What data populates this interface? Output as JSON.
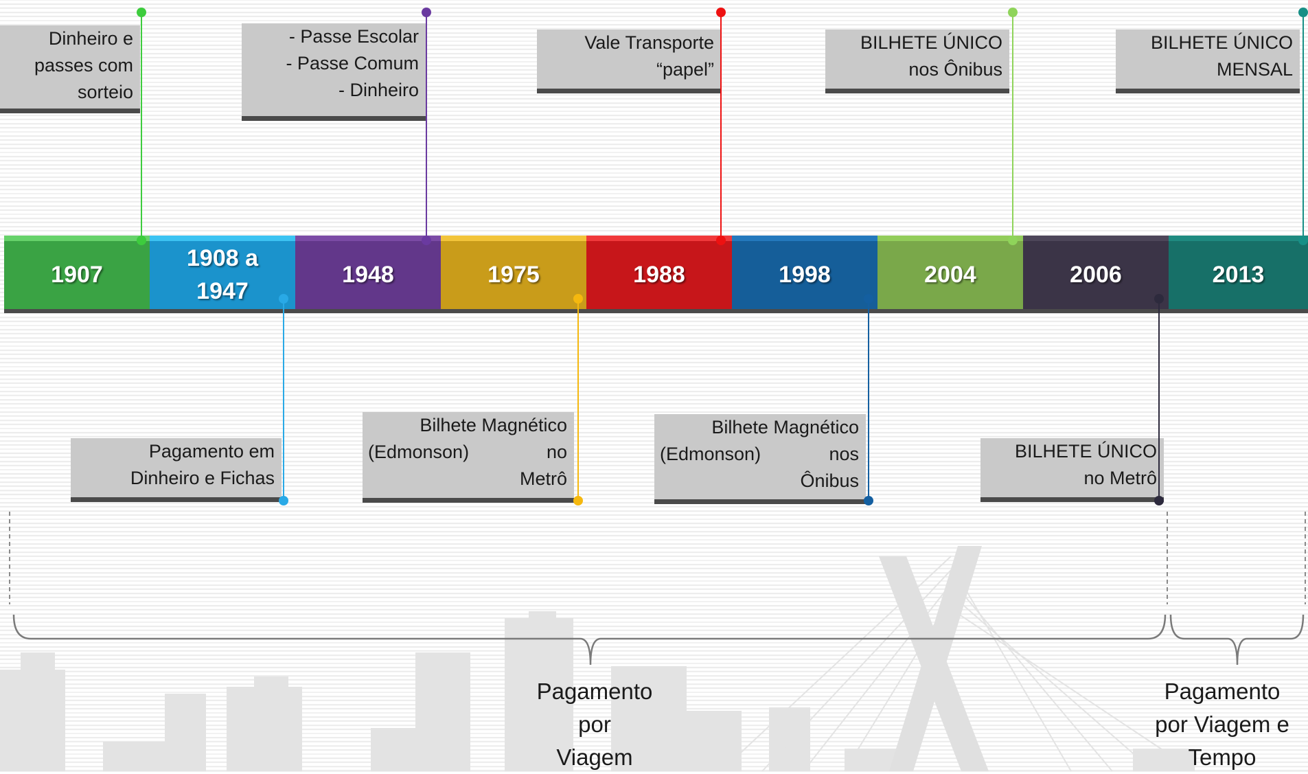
{
  "segments": [
    {
      "label": "1907",
      "color": "#3aa344",
      "top": "#66d26a"
    },
    {
      "label": "1908 a\n1947",
      "color": "#1b93cc",
      "top": "#3cc3f2"
    },
    {
      "label": "1948",
      "color": "#62378a",
      "top": "#7b4ba5"
    },
    {
      "label": "1975",
      "color": "#c99c1a",
      "top": "#f2c43a"
    },
    {
      "label": "1988",
      "color": "#c7161a",
      "top": "#f0393b"
    },
    {
      "label": "1998",
      "color": "#155e99",
      "top": "#2479bd"
    },
    {
      "label": "2004",
      "color": "#7aa84a",
      "top": "#92cc5a"
    },
    {
      "label": "2006",
      "color": "#3b3447",
      "top": "#4d4659"
    },
    {
      "label": "2013",
      "color": "#177068",
      "top": "#1f8a80"
    }
  ],
  "events_above": [
    {
      "lines": [
        "Dinheiro e",
        "passes com",
        "sorteio"
      ],
      "color": "#3dcc3d"
    },
    {
      "lines": [
        "- Passe Escolar",
        "- Passe Comum",
        "- Dinheiro"
      ],
      "color": "#6a3aa0"
    },
    {
      "lines": [
        "Vale Transporte",
        "“papel”"
      ],
      "color": "#ee1111"
    },
    {
      "lines": [
        "BILHETE ÚNICO",
        "nos Ônibus"
      ],
      "color": "#8fd45a"
    },
    {
      "lines": [
        "BILHETE ÚNICO",
        "MENSAL"
      ],
      "color": "#178f86"
    }
  ],
  "events_below": [
    {
      "lines": [
        "Pagamento em",
        "Dinheiro e Fichas"
      ],
      "color": "#29a9e6"
    },
    {
      "lines": [
        "Bilhete Magnético",
        "(Edmonson)",
        "no",
        "Metrô"
      ],
      "color": "#f5b80f"
    },
    {
      "lines": [
        "Bilhete Magnético",
        "(Edmonson)",
        "nos",
        "Ônibus"
      ],
      "color": "#145fa0"
    },
    {
      "lines": [
        "BILHETE ÚNICO",
        "no Metrô"
      ],
      "color": "#2d2a3d"
    }
  ],
  "periods": [
    {
      "lines": [
        "Pagamento",
        "por",
        "Viagem"
      ]
    },
    {
      "lines": [
        "Pagamento",
        "por Viagem e",
        "Tempo"
      ]
    }
  ],
  "colors": {
    "box_fill": "#c9c9c9",
    "box_border": "#4a4a4a",
    "brace": "#7a7a7a"
  }
}
